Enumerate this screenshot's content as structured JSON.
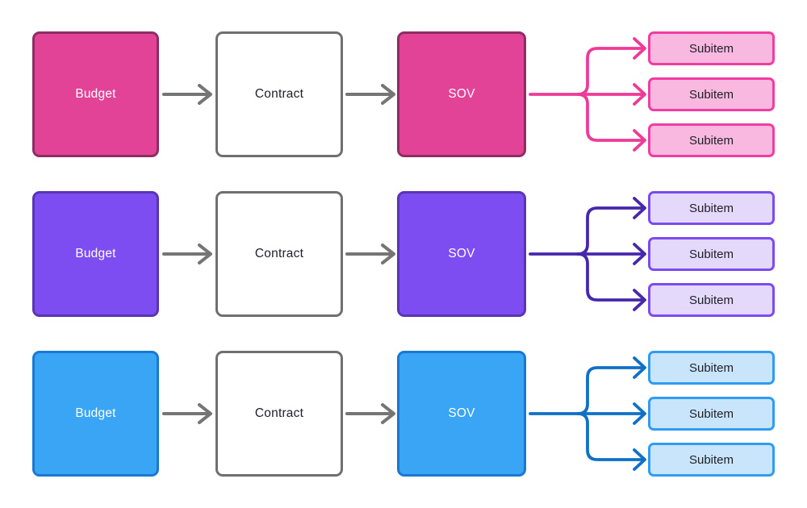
{
  "theme": {
    "background": "#FFFFFF",
    "connector": "#757575",
    "contract-border": "#6F6F6F",
    "text-dark": "#1F1F28",
    "text-light": "#FFFFFF"
  },
  "diagram": {
    "rows": [
      {
        "name": "pink",
        "labels": {
          "budget": "Budget",
          "contract": "Contract",
          "sov": "SOV"
        },
        "subitems": [
          "Subitem",
          "Subitem",
          "Subitem"
        ],
        "colors": {
          "node-fill": "#E24397",
          "node-border": "#8E2D64",
          "sub-fill": "#F9B8DF",
          "sub-border": "#F23CA2",
          "arrow": "#EE3B97"
        }
      },
      {
        "name": "purple",
        "labels": {
          "budget": "Budget",
          "contract": "Contract",
          "sov": "SOV"
        },
        "subitems": [
          "Subitem",
          "Subitem",
          "Subitem"
        ],
        "colors": {
          "node-fill": "#7E4DF2",
          "node-border": "#5935B6",
          "sub-fill": "#E4D8FB",
          "sub-border": "#7C4BEF",
          "arrow": "#4728AC"
        }
      },
      {
        "name": "blue",
        "labels": {
          "budget": "Budget",
          "contract": "Contract",
          "sov": "SOV"
        },
        "subitems": [
          "Subitem",
          "Subitem",
          "Subitem"
        ],
        "colors": {
          "node-fill": "#3BA5F5",
          "node-border": "#1979D2",
          "sub-fill": "#C9E5FC",
          "sub-border": "#2F9CF2",
          "arrow": "#0E70C6"
        }
      }
    ]
  }
}
